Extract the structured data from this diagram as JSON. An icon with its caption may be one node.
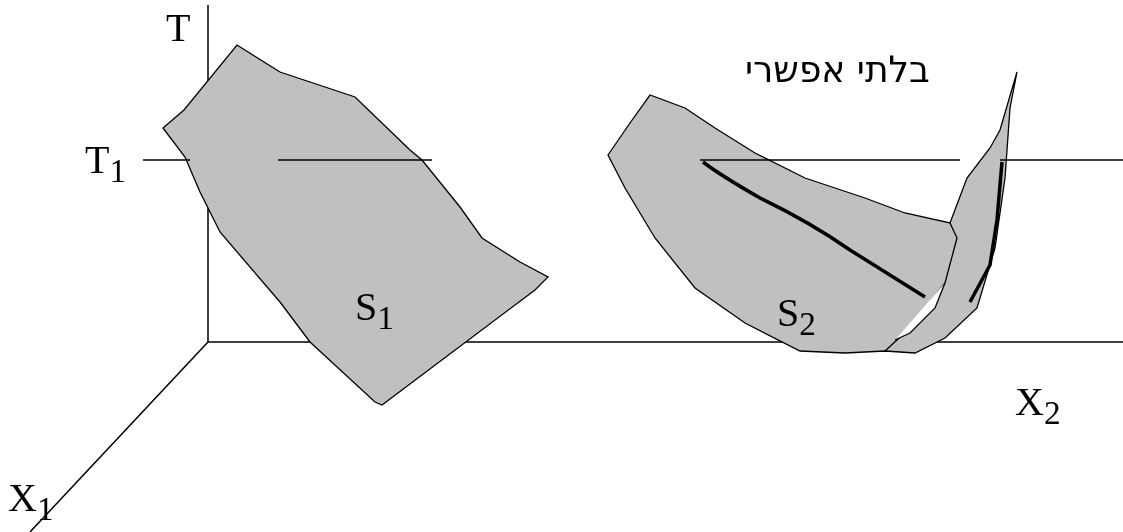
{
  "diagram": {
    "nodes": [
      {
        "text": [
          "S$_{1}$"
        ]
      },
      {
        "text": [
          "S$_{2}$"
        ]
      }
    ],
    "edges": [],
    "labels": [
      "T",
      "בלתי אפשרי",
      "T$_{1}$",
      "X$_{2}$",
      "X$_{1}$"
    ]
  }
}
